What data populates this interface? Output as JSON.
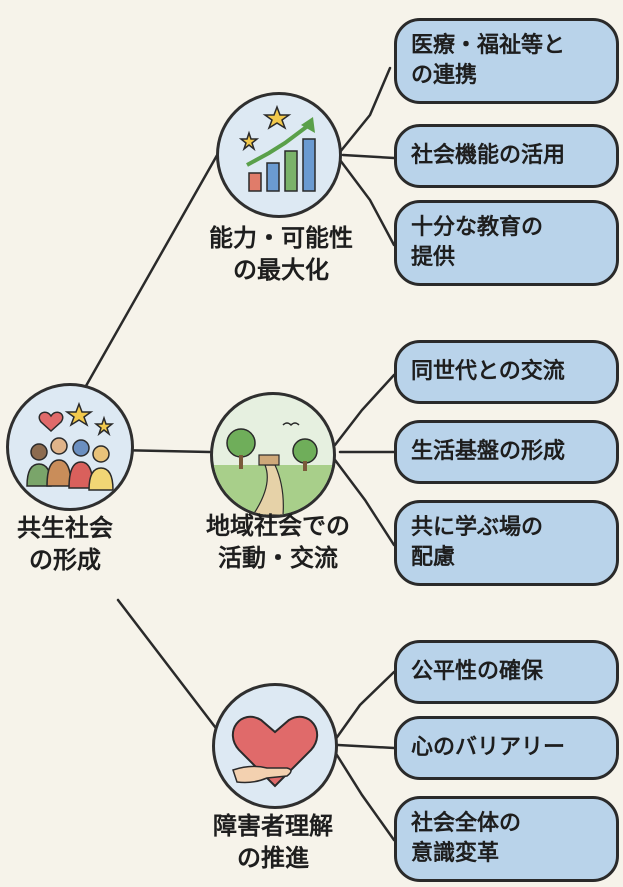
{
  "root": {
    "label": "共生社会\nの形成",
    "icon": "people-hearts-stars-icon"
  },
  "branches": [
    {
      "label": "能力・可能性\nの最大化",
      "icon": "growth-chart-stars-icon",
      "items": [
        "医療・福祉等と\nの連携",
        "社会機能の活用",
        "十分な教育の\n提供"
      ]
    },
    {
      "label": "地域社会での\n活動・交流",
      "icon": "park-landscape-icon",
      "items": [
        "同世代との交流",
        "生活基盤の形成",
        "共に学ぶ場の\n配慮"
      ]
    },
    {
      "label": "障害者理解\nの推進",
      "icon": "heart-hand-icon",
      "items": [
        "公平性の確保",
        "心のバリアリー",
        "社会全体の\n意識変革"
      ]
    }
  ],
  "colors": {
    "leaf_fill": "#b9d3ea",
    "circle_fill": "#dde9f3",
    "line": "#2a2a2a",
    "heart": "#e06a6a"
  }
}
